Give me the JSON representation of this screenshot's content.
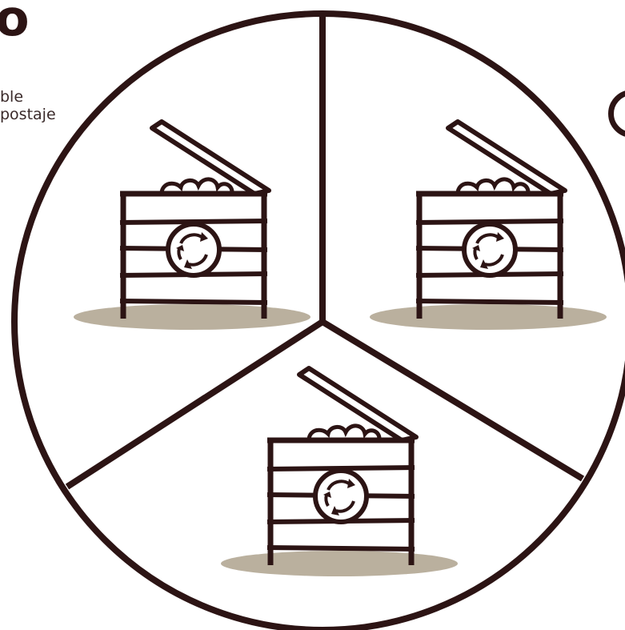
{
  "heading": {
    "visible_fragment": "o"
  },
  "side_note": {
    "line1": "ble",
    "line2": "postaje"
  },
  "colors": {
    "outline": "#2c1414",
    "shadow": "#a99c86",
    "background": "#ffffff"
  },
  "diagram": {
    "segments": 3,
    "bin_icon": "compost-bin-icon",
    "recycle_icon": "recycle-icon"
  }
}
